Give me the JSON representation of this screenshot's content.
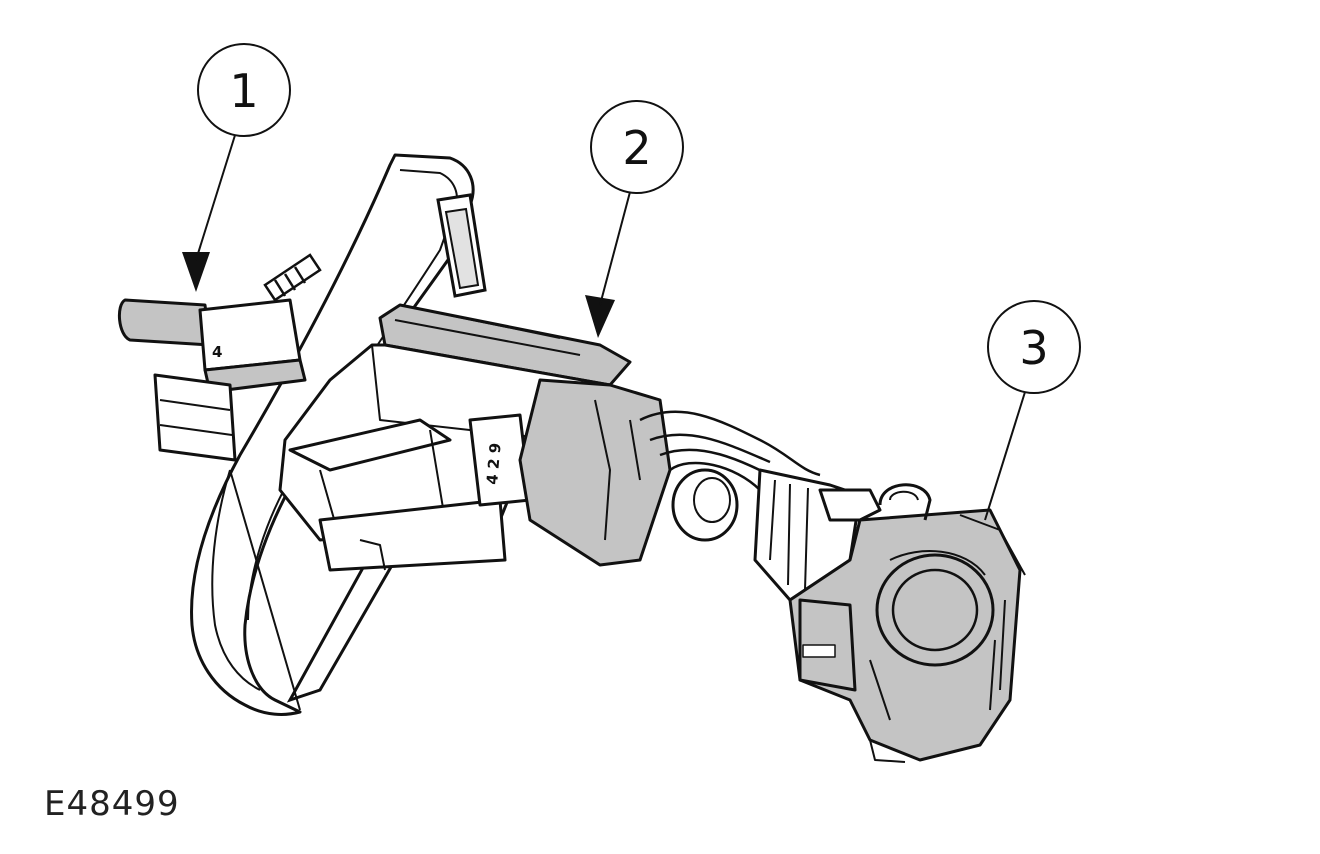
{
  "figure_id": "E48499",
  "callouts": [
    {
      "id": "callout-1",
      "label": "1"
    },
    {
      "id": "callout-2",
      "label": "2"
    },
    {
      "id": "callout-3",
      "label": "3"
    }
  ],
  "part_markings": {
    "connector_code": "4 2 9",
    "housing_mark": "4"
  },
  "colors": {
    "line": "#111111",
    "shade": "#c4c4c4",
    "light_shade": "#e2e2e2",
    "background": "#ffffff"
  }
}
